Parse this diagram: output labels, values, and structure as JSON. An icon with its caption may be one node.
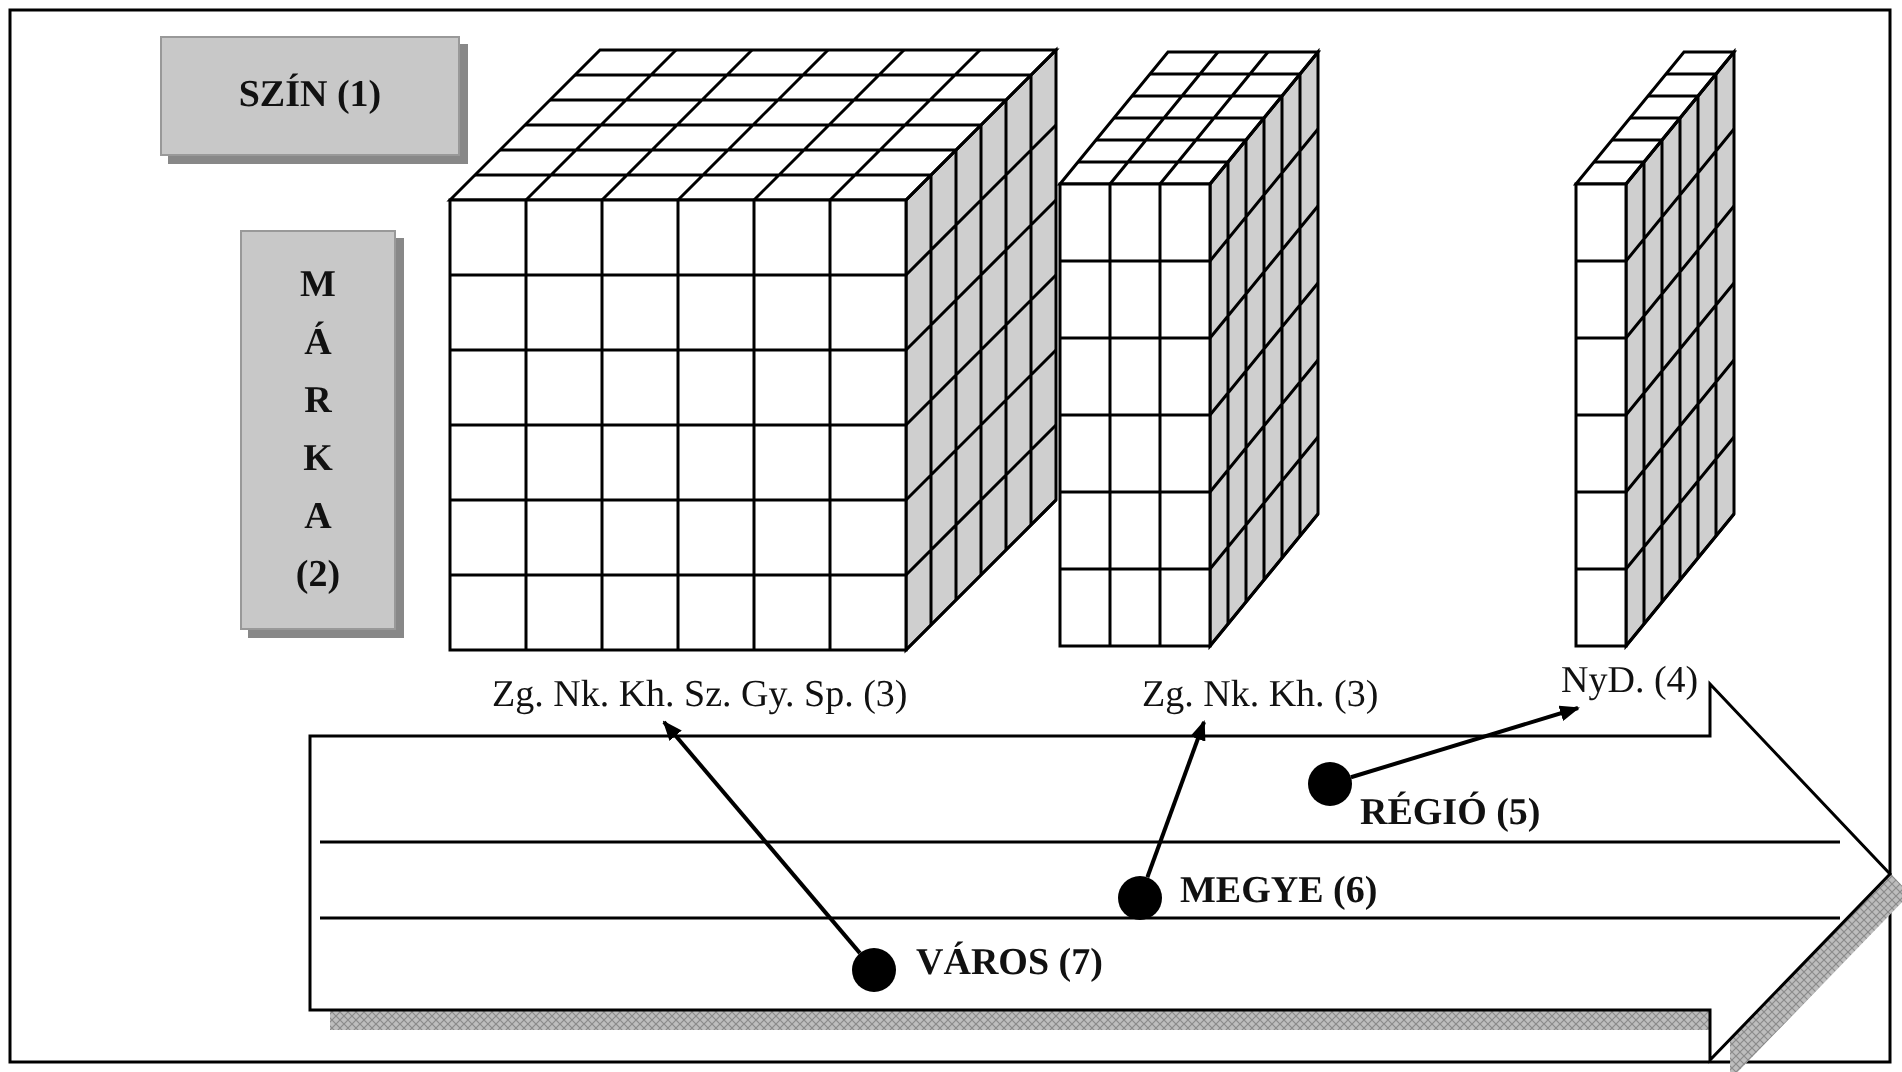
{
  "diagram": {
    "nodes": [
      {
        "text": [
          "SZÍN (1)"
        ]
      },
      {
        "text": [
          "M Á R K A (2)"
        ]
      },
      {
        "text": [
          "Zg. Nk. Kh. Sz. Gy. Sp. (3)"
        ]
      },
      {
        "text": [
          "Zg. Nk. Kh. (3)"
        ]
      },
      {
        "text": [
          "NyD. (4)"
        ]
      },
      {
        "text": [],
        "shape": "circle",
        "beside": [
          "RÉGIÓ (5)"
        ]
      },
      {
        "text": [],
        "shape": "circle",
        "beside": [
          "MEGYE (6)"
        ]
      },
      {
        "text": [],
        "shape": "circle",
        "beside": [
          "VÁROS (7)"
        ]
      }
    ],
    "edges": [
      {
        "from": 7,
        "to": 2,
        "arrow": "to"
      },
      {
        "from": 6,
        "to": 3,
        "arrow": "to"
      },
      {
        "from": 5,
        "to": 4,
        "arrow": "to"
      }
    ]
  }
}
